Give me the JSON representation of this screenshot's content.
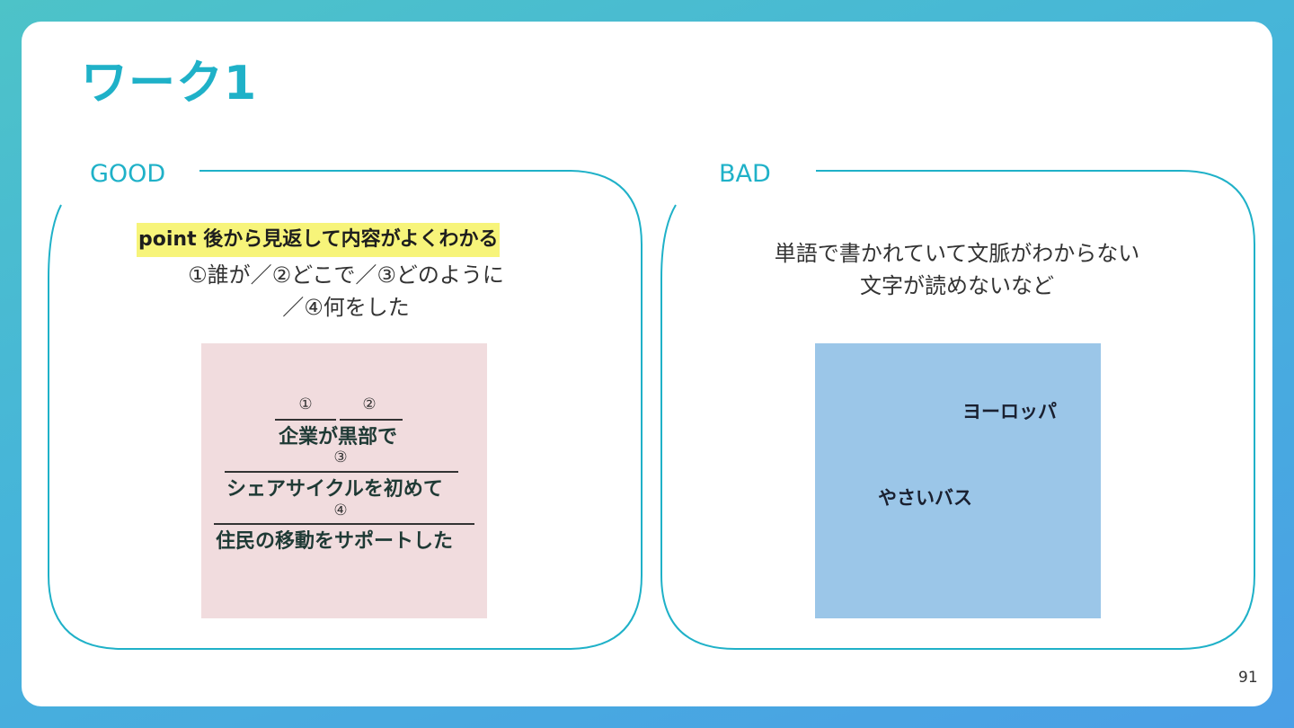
{
  "slide": {
    "title": "ワーク1",
    "page_number": "91"
  },
  "good": {
    "label": "GOOD",
    "point": "point  後から見返して内容がよくわかる",
    "description_lines": [
      "①誰が／②どこで／③どのように",
      "／④何をした"
    ],
    "card": {
      "background": "#f1dcde",
      "markers": [
        "①",
        "②",
        "③",
        "④"
      ],
      "lines": [
        "企業が黒部で",
        "シェアサイクルを初めて",
        "住民の移動をサポートした"
      ]
    }
  },
  "bad": {
    "label": "BAD",
    "description_lines": [
      "単語で書かれていて文脈がわからない",
      "文字が読めないなど"
    ],
    "card": {
      "background": "#9bc6e8",
      "words": [
        "ヨーロッパ",
        "やさいバス"
      ]
    }
  },
  "colors": {
    "accent": "#1fb1c8",
    "highlight": "#f7f47a"
  }
}
